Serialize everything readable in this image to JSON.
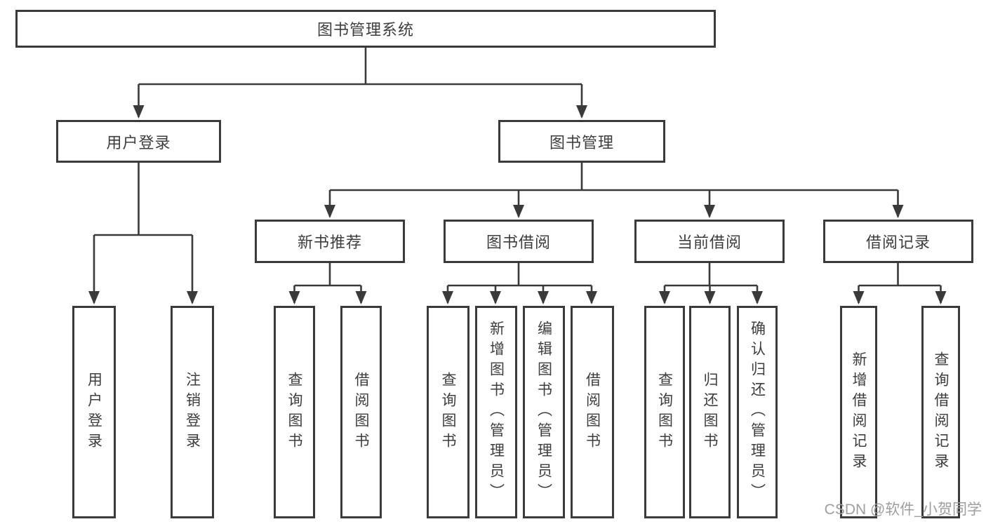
{
  "colors": {
    "line": "#3a3a3a",
    "text": "#3d3d3d",
    "watermark": "#9e9e9e",
    "background": "#ffffff"
  },
  "watermark": "CSDN @软件_小贺同学",
  "tree": {
    "root": "图书管理系统",
    "branches": [
      {
        "label": "用户登录",
        "children": [
          "用户登录",
          "注销登录"
        ]
      },
      {
        "label": "图书管理",
        "children": [
          {
            "label": "新书推荐",
            "children": [
              "查询图书",
              "借阅图书"
            ]
          },
          {
            "label": "图书借阅",
            "children": [
              "查询图书",
              "新增图书（管理员）",
              "编辑图书（管理员）",
              "借阅图书"
            ]
          },
          {
            "label": "当前借阅",
            "children": [
              "查询图书",
              "归还图书",
              "确认归还（管理员）"
            ]
          },
          {
            "label": "借阅记录",
            "children": [
              "新增借阅记录",
              "查询借阅记录"
            ]
          }
        ]
      }
    ]
  }
}
